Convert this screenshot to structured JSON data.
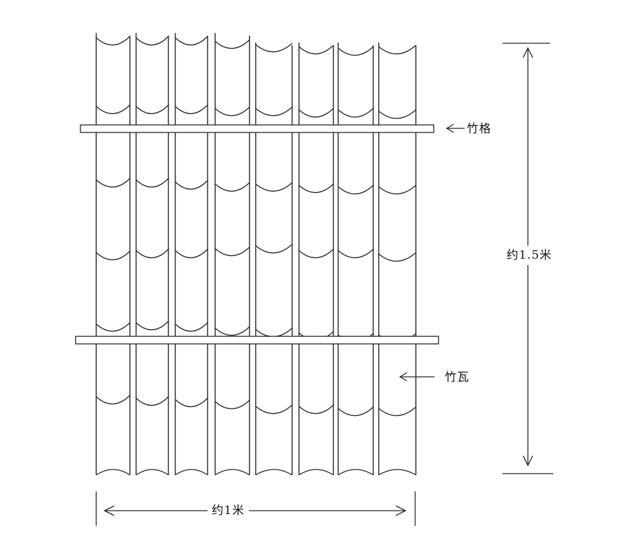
{
  "labels": {
    "bamboo_frame": "竹格",
    "bamboo_tile": "竹瓦",
    "height": "约1.5米",
    "width": "约1米"
  },
  "colors": {
    "line": "#222222",
    "background": "#ffffff"
  },
  "counts": {
    "tile_columns": 8,
    "crossbars": 2
  }
}
